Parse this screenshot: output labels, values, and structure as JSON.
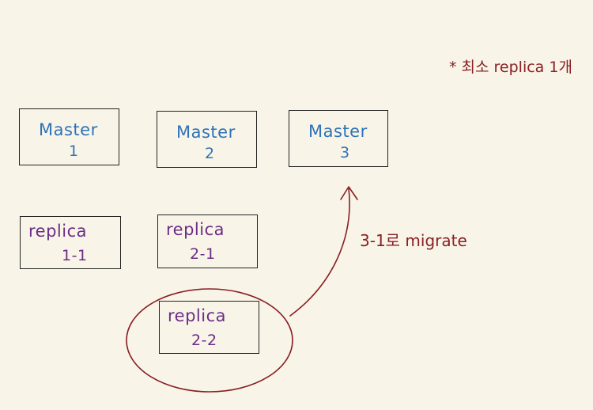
{
  "note": {
    "top_right": "* 최소 replica 1개",
    "migrate": "3-1로  migrate"
  },
  "masters": [
    {
      "label": "Master",
      "number": "1"
    },
    {
      "label": "Master",
      "number": "2"
    },
    {
      "label": "Master",
      "number": "3"
    }
  ],
  "replicas": [
    {
      "label": "replica",
      "number": "1-1"
    },
    {
      "label": "replica",
      "number": "2-1"
    },
    {
      "label": "replica",
      "number": "2-2"
    }
  ],
  "colors": {
    "background": "#f8f5e8",
    "box_border": "#222222",
    "master_text": "#2f72b8",
    "replica_text": "#6b2d86",
    "annotation": "#8a1f24"
  }
}
